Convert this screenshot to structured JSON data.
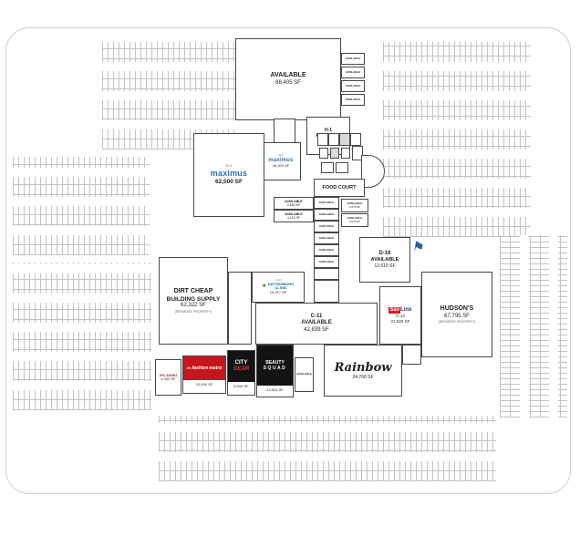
{
  "plan": {
    "top_building": {
      "label": "AVAILABLE",
      "sf": "68,405 SF"
    },
    "top_units": [
      {
        "label": "AVAILABLE"
      },
      {
        "label": "AVAILABLE"
      },
      {
        "label": "AVAILABLE"
      },
      {
        "label": "AVAILABLE"
      }
    ],
    "h1": {
      "id": "H-1",
      "label": "AVAILABLE",
      "sf": "16,560 SF"
    },
    "m2": {
      "id": "M-2",
      "brand": "maximus",
      "sf": "18,200 SF"
    },
    "m3": {
      "id": "M-3",
      "brand": "maximus",
      "sf": "62,500 SF"
    },
    "food_court": {
      "label": "FOOD COURT"
    },
    "left_units": [
      {
        "label": "AVAILABLE",
        "sf": "2,650 SF"
      },
      {
        "label": "AVAILABLE",
        "sf": "4,220 SF"
      }
    ],
    "right_units": [
      {
        "label": "AVAILABLE",
        "sf": "3,575 SF"
      },
      {
        "label": "AVAILABLE",
        "sf": "3,575 SF"
      }
    ],
    "corridor_units": [
      {
        "label": "AVAILABLE"
      },
      {
        "label": "AVAILABLE"
      },
      {
        "label": "AVAILABLE"
      },
      {
        "label": "AVAILABLE"
      },
      {
        "label": "AVAILABLE"
      },
      {
        "label": "AVAILABLE"
      }
    ],
    "d16": {
      "id": "D-16",
      "label": "AVAILABLE",
      "sf": "12,610 SF"
    },
    "dirt_cheap": {
      "line1": "DIRT CHEAP",
      "line2": "BUILDING SUPPLY",
      "sf": "62,322 SF",
      "note": "(SEPARATE PROPERTY)"
    },
    "clinic": {
      "id": "C-10",
      "line1": "HATTIESBURG",
      "line2": "CLINIC",
      "sf": "10,017 SF"
    },
    "c11": {
      "id": "C-11",
      "label": "AVAILABLE",
      "sf": "42,839 SF"
    },
    "savlinx": {
      "id": "C-12",
      "sav": "Sav",
      "linx": "Linx",
      "sf": "21,620 SF"
    },
    "hudsons": {
      "name": "HUDSON'S",
      "sf": "67,795 SF",
      "note": "(SEPARATE PROPERTY)"
    },
    "shops": {
      "jpc": {
        "name": "JPC AGENT",
        "sf": "5,200 SF"
      },
      "fashion": {
        "part1": "it's",
        "part2": "fashion",
        "part3": "metro",
        "sf": "10,000 SF"
      },
      "city_gear": {
        "line1": "CITY",
        "line2": "GEAR",
        "sf": "8,244 SF"
      },
      "beauty": {
        "line1": "BEAUTY",
        "line2": "SQUAD",
        "sf": "13,524 SF"
      },
      "available": {
        "label": "AVAILABLE"
      },
      "rainbow": {
        "name": "Rainbow",
        "sf": "24,768 SF"
      }
    },
    "icons": {
      "blue_mark": "⚑"
    },
    "colors": {
      "maximus_blue": "#2a6db5",
      "fashion_metro_red": "#c4161c",
      "city_gear_red": "#e03a3e",
      "savlinx_red": "#d21f26",
      "savlinx_navy": "#1a2e6e",
      "clinic_blue": "#1a5ca8",
      "clinic_green": "#2e8b3d",
      "black_block": "#131313"
    }
  }
}
